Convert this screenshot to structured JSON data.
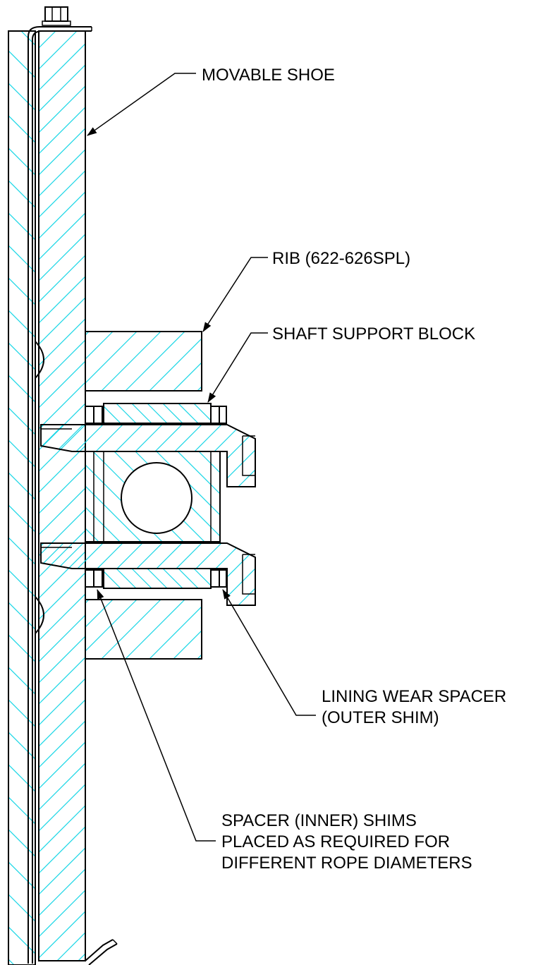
{
  "colors": {
    "hatch": "#19d6e6",
    "line": "#000000",
    "background": "#ffffff"
  },
  "labels": {
    "movable_shoe": "MOVABLE SHOE",
    "rib": "RIB (622-626SPL)",
    "shaft_support_block": "SHAFT SUPPORT BLOCK",
    "lining_wear_spacer_1": "LINING WEAR SPACER",
    "lining_wear_spacer_2": "(OUTER SHIM)",
    "inner_shims_1": "SPACER (INNER) SHIMS",
    "inner_shims_2": "PLACED AS REQUIRED FOR",
    "inner_shims_3": "DIFFERENT ROPE DIAMETERS"
  }
}
